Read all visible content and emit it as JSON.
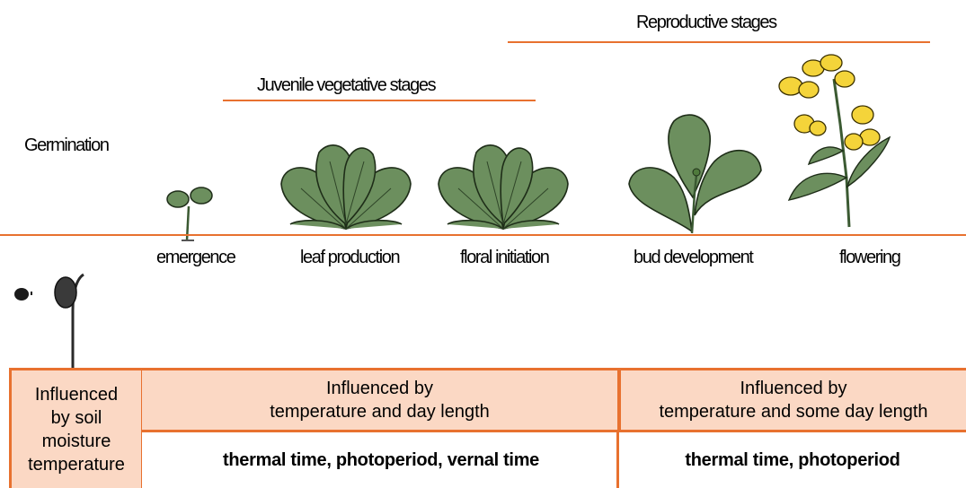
{
  "headers": {
    "reproductive": "Reproductive stages",
    "juvenile": "Juvenile vegetative stages",
    "germination": "Germination"
  },
  "stages": [
    {
      "label": "emergence"
    },
    {
      "label": "leaf production"
    },
    {
      "label": "floral initiation"
    },
    {
      "label": "bud development"
    },
    {
      "label": "flowering"
    }
  ],
  "table": {
    "col1": [
      "Influenced",
      "by soil",
      "moisture",
      "temperature"
    ],
    "col2_top": [
      "Influenced by",
      "temperature and day length"
    ],
    "col3_top": [
      "Influenced by",
      "temperature and some day length"
    ],
    "col2_bottom": "thermal time, photoperiod, vernal time",
    "col3_bottom": "thermal time, photoperiod"
  },
  "colors": {
    "accent": "#e8712f",
    "cell_fill": "#fbd8c4",
    "leaf": "#6c8f5e",
    "flower": "#f4d43a"
  },
  "icons": [
    "seed-icon",
    "germinating-seed-icon",
    "seedling-icon",
    "rosette-plant-icon",
    "bud-plant-icon",
    "flowering-plant-icon"
  ]
}
